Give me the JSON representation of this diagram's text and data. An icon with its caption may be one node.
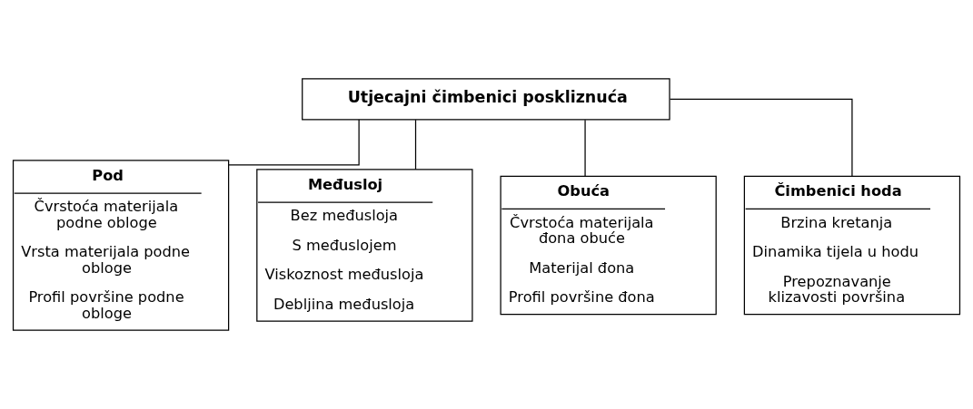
{
  "diagram": {
    "nodes": [
      {
        "text": [
          "Utjecajni čimbenici poskliznuća"
        ]
      },
      {
        "text": [
          "Pod",
          "Čvrstoća materijala podne obloge",
          "Vrsta materijala podne obloge",
          "Profil površine podne obloge"
        ]
      },
      {
        "text": [
          "Međusloj",
          "Bez međusloja",
          "S međuslojem",
          "Viskoznost međusloja",
          "Debljina međusloja"
        ]
      },
      {
        "text": [
          "Obuća",
          "Čvrstoća materijala đona obuće",
          "Materijal đona",
          "Profil površine đona"
        ]
      },
      {
        "text": [
          "Čimbenici hoda",
          "Brzina kretanja",
          "Dinamika tijela u hodu",
          "Prepoznavanje klizavosti površina"
        ]
      }
    ],
    "edges": [
      {
        "from": 0,
        "to": 1,
        "arrow": "none"
      },
      {
        "from": 0,
        "to": 2,
        "arrow": "none"
      },
      {
        "from": 0,
        "to": 3,
        "arrow": "none"
      },
      {
        "from": 0,
        "to": 4,
        "arrow": "none"
      }
    ]
  }
}
